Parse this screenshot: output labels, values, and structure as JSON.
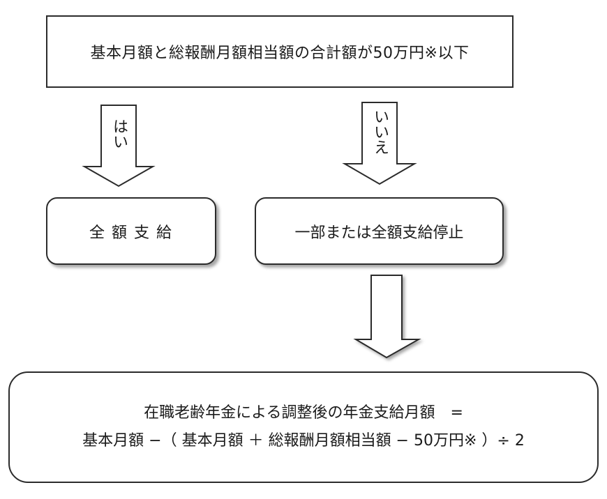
{
  "condition": {
    "text": "基本月額と総報酬月額相当額の合計額が50万円※以下"
  },
  "branch_yes": {
    "label": "はい",
    "result": "全額支給"
  },
  "branch_no": {
    "label": "いいえ",
    "result": "一部または全額支給停止"
  },
  "formula": {
    "line1": "在職老齢年金による調整後の年金支給月額　=",
    "line2": "基本月額 −（ 基本月額 ＋ 総報酬月額相当額 − 50万円※ ）÷ 2"
  },
  "colors": {
    "stroke": "#2b2b2b",
    "fill": "#ffffff"
  }
}
